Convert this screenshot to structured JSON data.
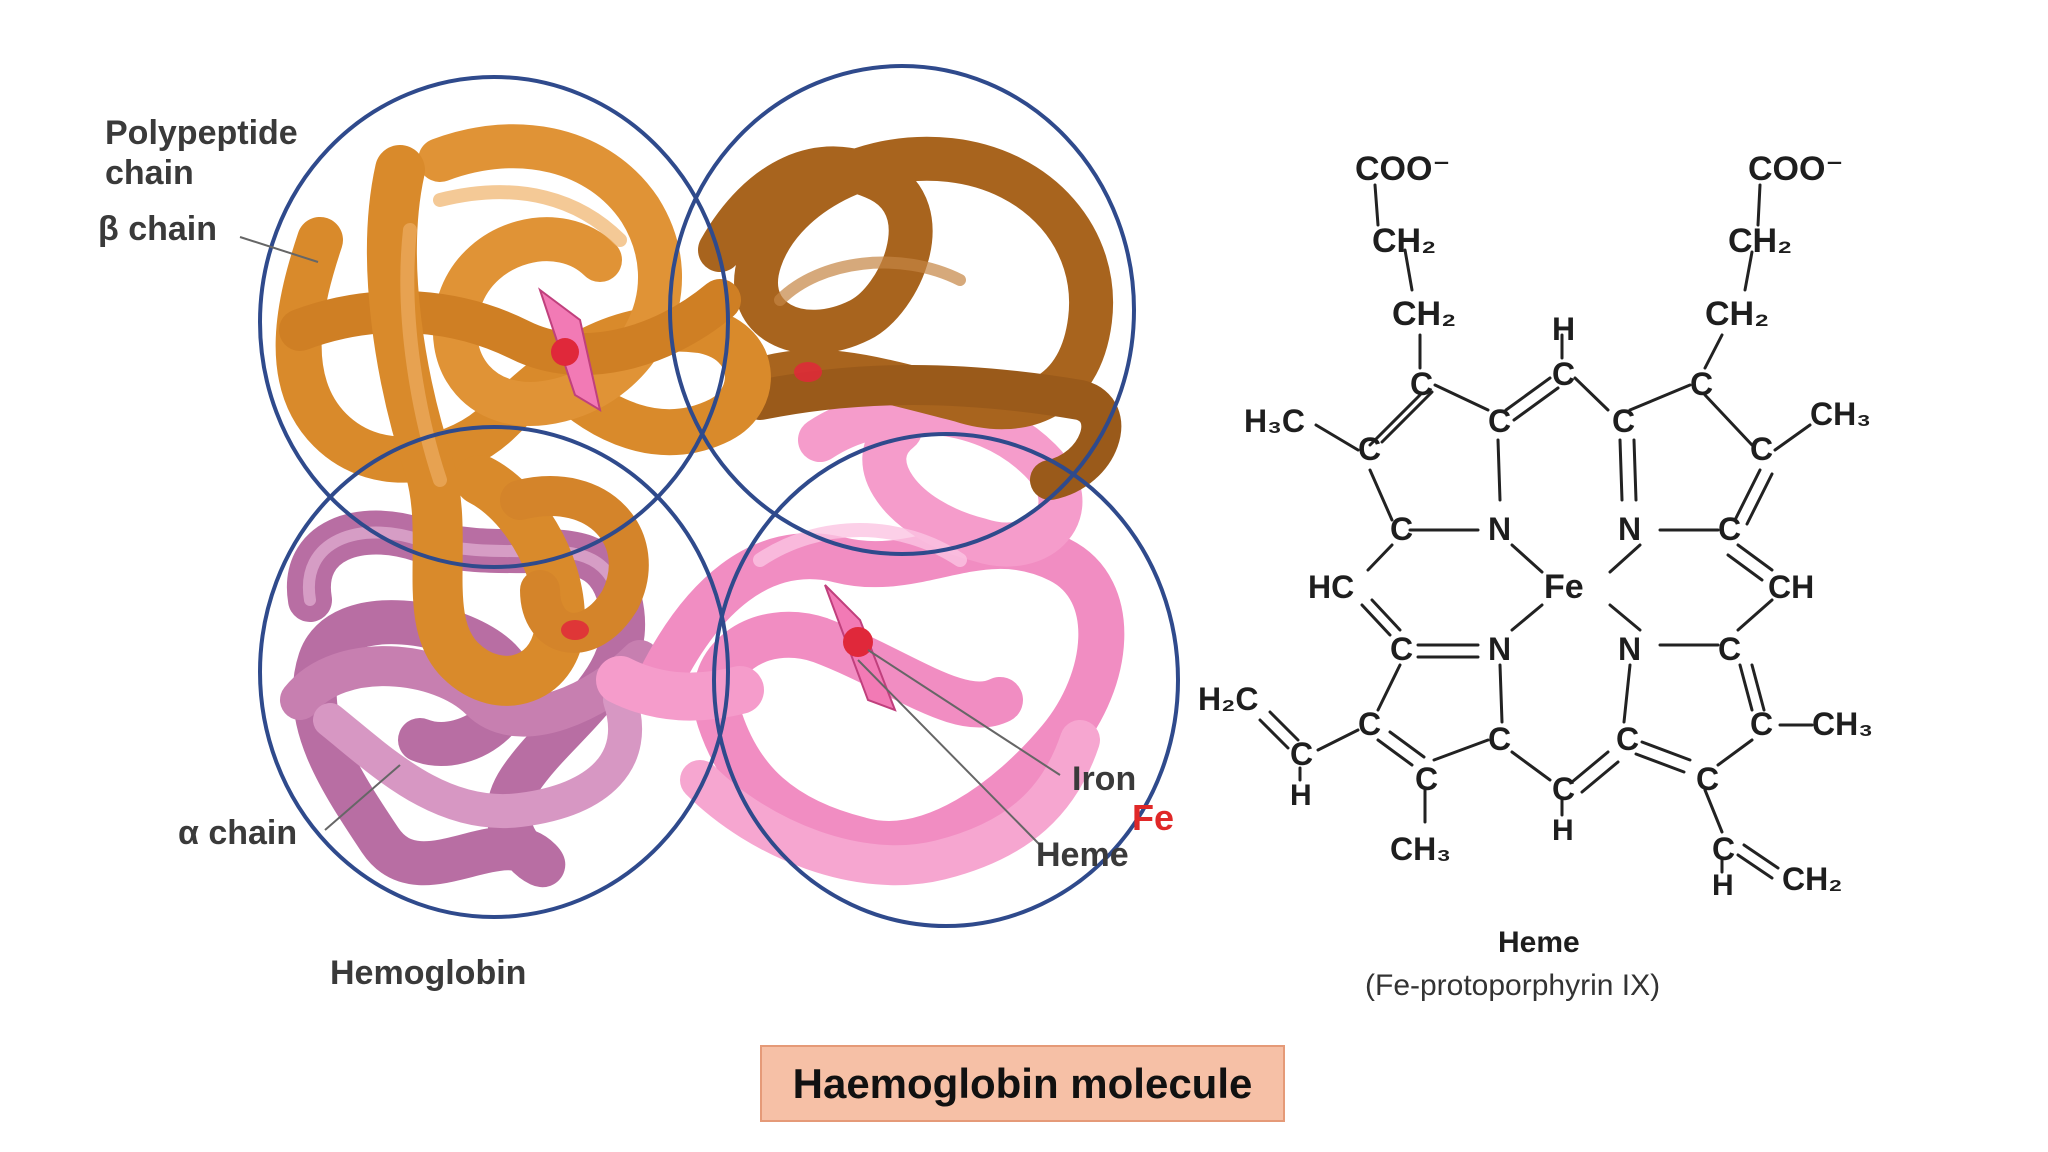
{
  "hemoglobin": {
    "labels": {
      "polypeptide": "Polypeptide",
      "chain": "chain",
      "beta_chain": "β chain",
      "alpha_chain": "α chain",
      "iron": "Iron",
      "fe": "Fe",
      "heme": "Heme",
      "title": "Hemoglobin"
    },
    "colors": {
      "beta1": "#d98a2b",
      "beta2": "#a8641e",
      "alpha1": "#c77fb0",
      "alpha2": "#f49ac8",
      "circle": "#2f4a8c",
      "heme_red": "#e0283a"
    }
  },
  "heme_structure": {
    "atoms": {
      "coo_left": "COO⁻",
      "coo_right": "COO⁻",
      "ch2": "CH₂",
      "h": "H",
      "c": "C",
      "n": "N",
      "fe": "Fe",
      "hc": "HC",
      "ch": "CH",
      "h3c": "H₃C",
      "ch3": "CH₃",
      "h2c": "H₂C"
    },
    "title": "Heme",
    "subtitle": "(Fe-protoporphyrin IX)"
  },
  "caption": "Haemoglobin molecule"
}
